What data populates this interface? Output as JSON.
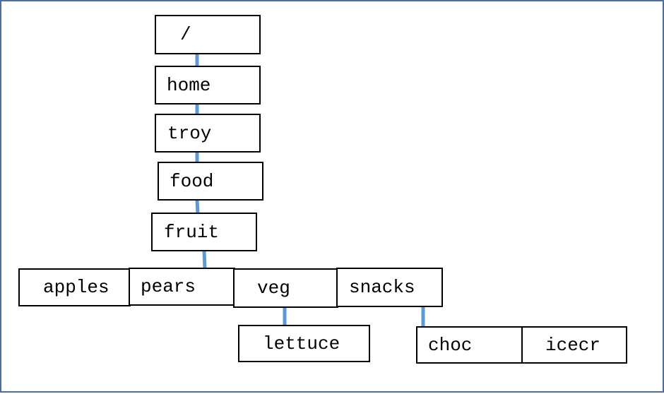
{
  "diagram": {
    "nodes": {
      "root": "/",
      "home": "home",
      "troy": "troy",
      "food": "food",
      "fruit": "fruit",
      "apples": "apples",
      "pears": "pears",
      "veg": "veg",
      "snacks": "snacks",
      "lettuce": "lettuce",
      "choc": "choc",
      "icecr": "icecr"
    },
    "edges": [
      [
        "root",
        "home"
      ],
      [
        "home",
        "troy"
      ],
      [
        "troy",
        "food"
      ],
      [
        "food",
        "fruit"
      ],
      [
        "fruit",
        "pears"
      ],
      [
        "veg",
        "lettuce"
      ],
      [
        "snacks",
        "choc"
      ]
    ],
    "colors": {
      "connector": "#5b9bd5",
      "box_border": "#000000",
      "frame_border": "#4a6fa0"
    }
  }
}
